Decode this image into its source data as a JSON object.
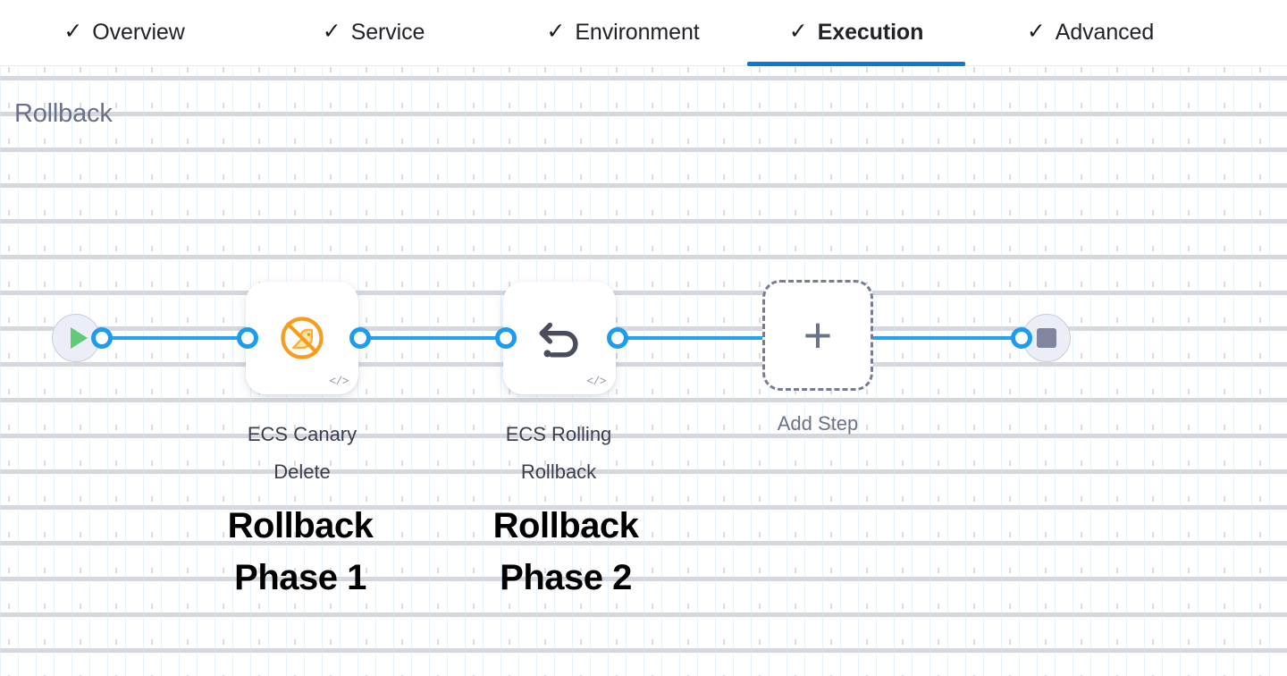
{
  "tabs": {
    "check_glyph": "✓",
    "items": [
      {
        "label": "Overview",
        "active": false
      },
      {
        "label": "Service",
        "active": false
      },
      {
        "label": "Environment",
        "active": false
      },
      {
        "label": "Execution",
        "active": true
      },
      {
        "label": "Advanced",
        "active": false
      }
    ]
  },
  "section": {
    "title": "Rollback"
  },
  "flow": {
    "start_node": {
      "name": "start",
      "icon": "play-icon"
    },
    "end_node": {
      "name": "end",
      "icon": "stop-icon"
    },
    "steps": [
      {
        "label_line1": "ECS Canary",
        "label_line2": "Delete",
        "icon": "ecs-canary-delete-icon",
        "code_badge": "</>"
      },
      {
        "label_line1": "ECS Rolling",
        "label_line2": "Rollback",
        "icon": "rollback-arrow-icon",
        "code_badge": "</>"
      }
    ],
    "add_step": {
      "label": "Add Step",
      "icon": "plus-icon"
    }
  },
  "annotations": [
    {
      "line1": "Rollback",
      "line2": "Phase 1"
    },
    {
      "line1": "Rollback",
      "line2": "Phase 2"
    }
  ],
  "colors": {
    "accent_blue": "#0b79d0",
    "connector_blue": "#25a2ef",
    "canary_orange": "#f5a623",
    "start_green": "#5fca78",
    "title_gray": "#6a6f8a",
    "label_gray": "#3b3d4c"
  }
}
